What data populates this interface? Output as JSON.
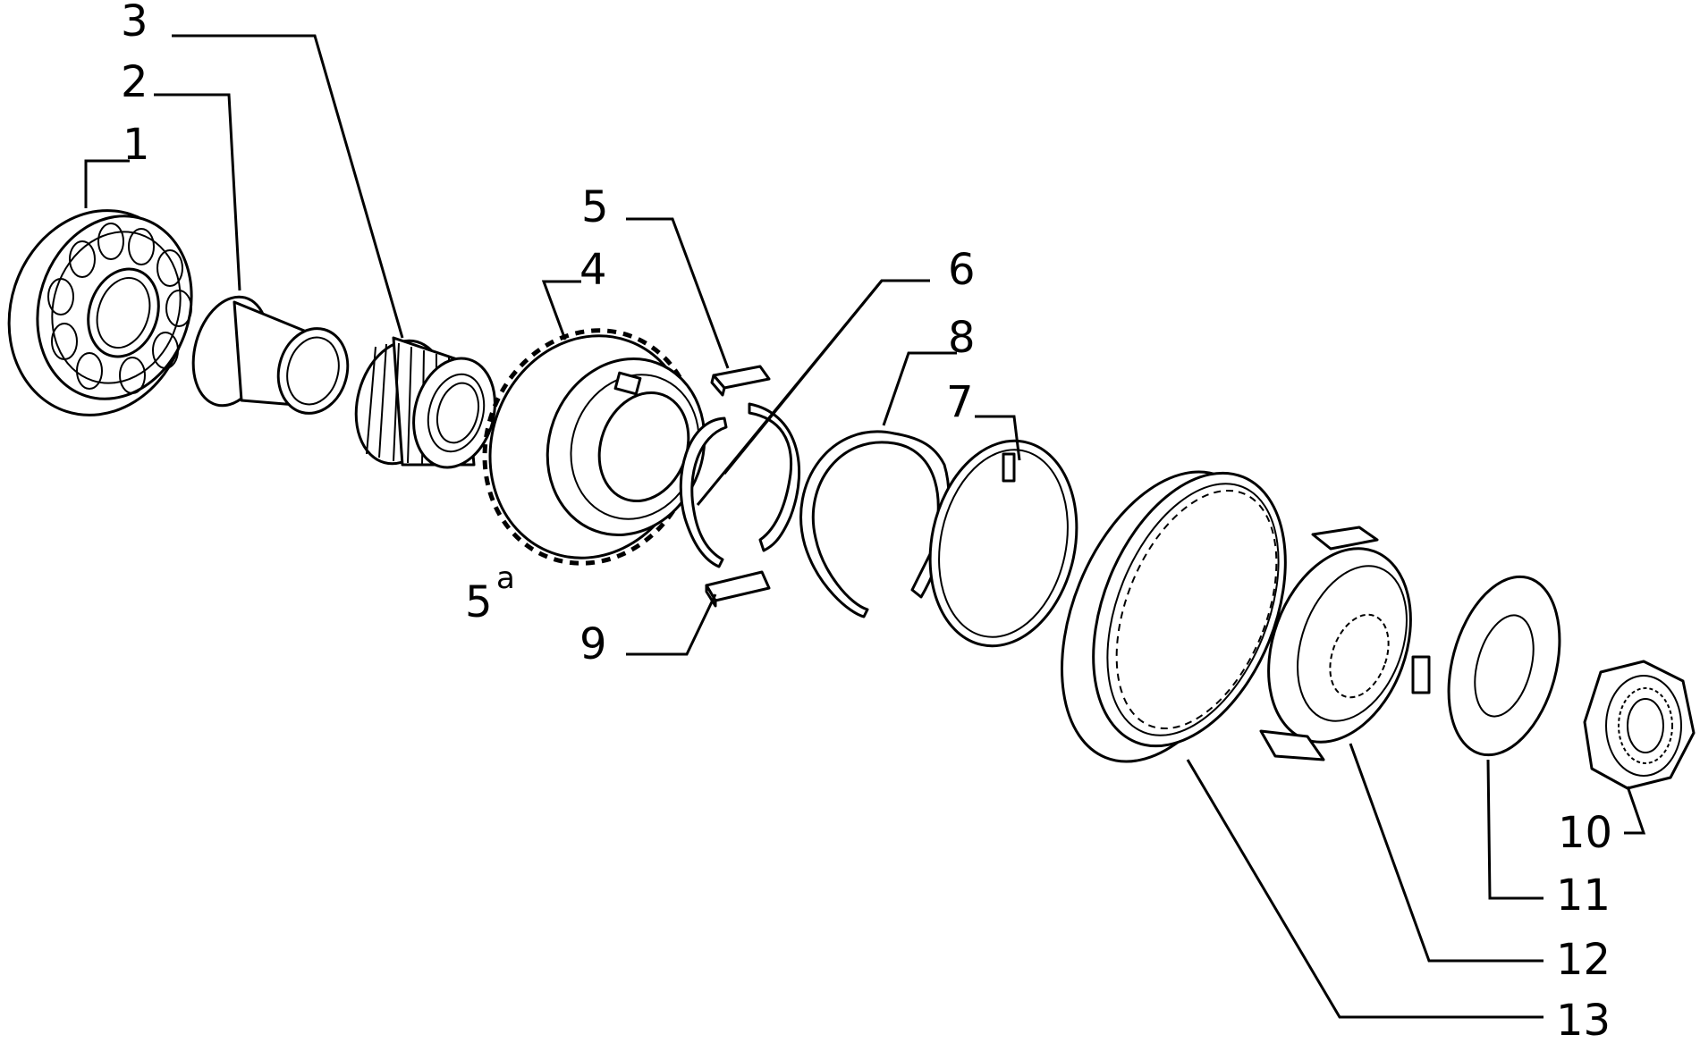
{
  "diagram": {
    "callouts": [
      {
        "id": "1",
        "text": "1"
      },
      {
        "id": "2",
        "text": "2"
      },
      {
        "id": "3",
        "text": "3"
      },
      {
        "id": "4",
        "text": "4"
      },
      {
        "id": "5",
        "text": "5"
      },
      {
        "id": "5a",
        "text": "5",
        "superscript": "a"
      },
      {
        "id": "6",
        "text": "6"
      },
      {
        "id": "7",
        "text": "7"
      },
      {
        "id": "8",
        "text": "8"
      },
      {
        "id": "9",
        "text": "9"
      },
      {
        "id": "10",
        "text": "10"
      },
      {
        "id": "11",
        "text": "11"
      },
      {
        "id": "12",
        "text": "12"
      },
      {
        "id": "13",
        "text": "13"
      }
    ]
  }
}
